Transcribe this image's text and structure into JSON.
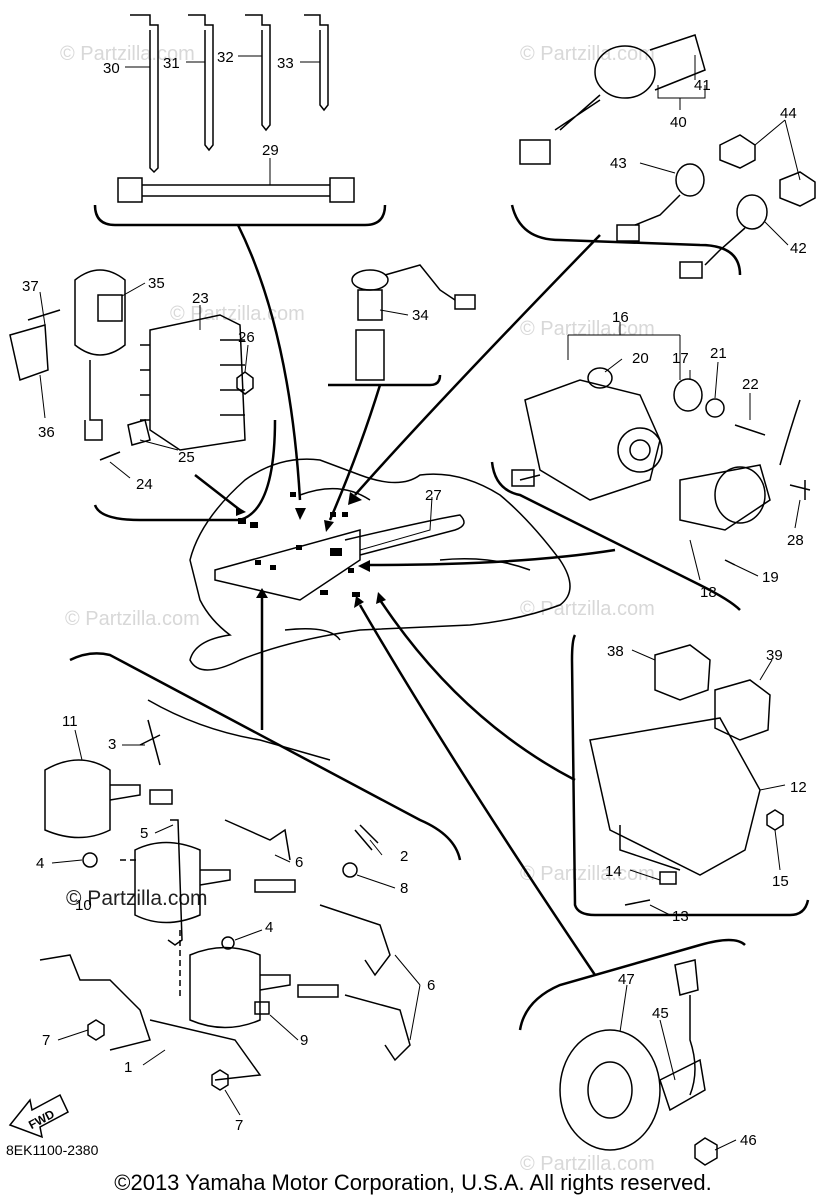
{
  "diagram": {
    "drawing_code": "8EK1100-2380",
    "copyright": "©2013 Yamaha Motor Corporation, U.S.A. All rights reserved.",
    "watermark": "© Partzilla.com",
    "watermark_dark": "© Partzilla.com",
    "fwd_label": "FWD",
    "callouts": {
      "c1": "1",
      "c2": "2",
      "c3": "3",
      "c4a": "4",
      "c4b": "4",
      "c5": "5",
      "c6a": "6",
      "c6b": "6",
      "c7a": "7",
      "c7b": "7",
      "c8": "8",
      "c9": "9",
      "c10": "10",
      "c11": "11",
      "c12": "12",
      "c13": "13",
      "c14": "14",
      "c15": "15",
      "c16": "16",
      "c17": "17",
      "c18": "18",
      "c19": "19",
      "c20": "20",
      "c21": "21",
      "c22": "22",
      "c23": "23",
      "c24": "24",
      "c25": "25",
      "c26": "26",
      "c27": "27",
      "c28": "28",
      "c29": "29",
      "c30": "30",
      "c31": "31",
      "c32": "32",
      "c33": "33",
      "c34": "34",
      "c35": "35",
      "c36": "36",
      "c37": "37",
      "c38": "38",
      "c39": "39",
      "c40": "40",
      "c41": "41",
      "c42": "42",
      "c43": "43",
      "c44": "44",
      "c45": "45",
      "c46": "46",
      "c47": "47"
    }
  }
}
